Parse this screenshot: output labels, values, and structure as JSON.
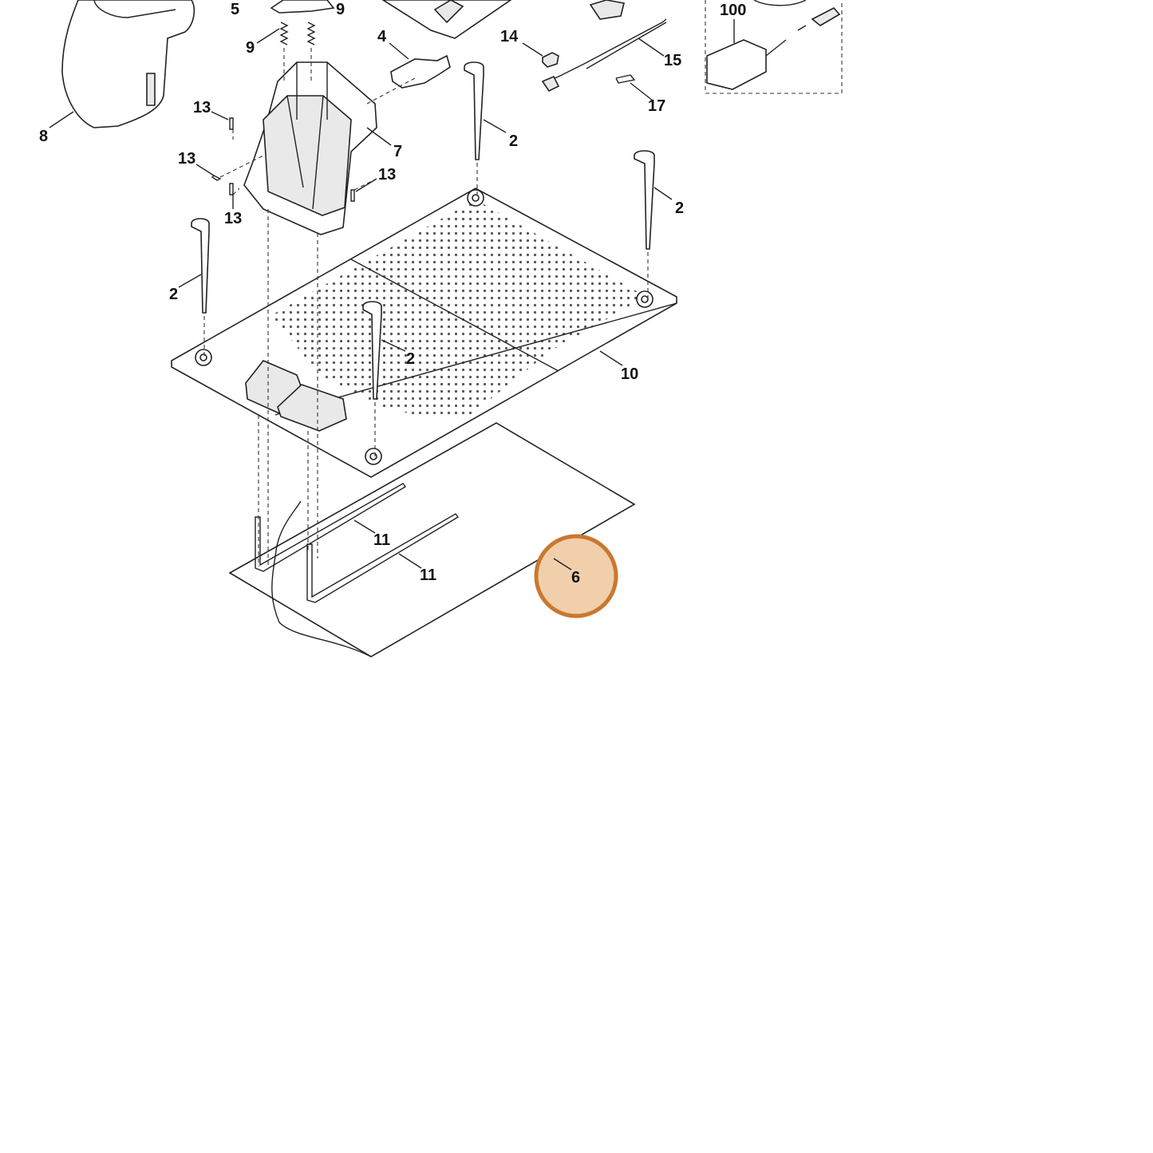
{
  "callouts": [
    {
      "id": "5",
      "label": "5"
    },
    {
      "id": "9a",
      "label": "9"
    },
    {
      "id": "9b",
      "label": "9"
    },
    {
      "id": "4",
      "label": "4"
    },
    {
      "id": "14",
      "label": "14"
    },
    {
      "id": "15",
      "label": "15"
    },
    {
      "id": "17",
      "label": "17"
    },
    {
      "id": "100",
      "label": "100"
    },
    {
      "id": "8",
      "label": "8"
    },
    {
      "id": "7",
      "label": "7"
    },
    {
      "id": "13a",
      "label": "13"
    },
    {
      "id": "13b",
      "label": "13"
    },
    {
      "id": "13c",
      "label": "13"
    },
    {
      "id": "13d",
      "label": "13"
    },
    {
      "id": "2a",
      "label": "2"
    },
    {
      "id": "2b",
      "label": "2"
    },
    {
      "id": "2c",
      "label": "2"
    },
    {
      "id": "2d",
      "label": "2"
    },
    {
      "id": "10",
      "label": "10"
    },
    {
      "id": "11a",
      "label": "11"
    },
    {
      "id": "11b",
      "label": "11"
    },
    {
      "id": "6",
      "label": "6"
    }
  ],
  "highlight": {
    "target": "6",
    "fill": "#f1cfaa",
    "stroke": "#c9782f"
  },
  "colors": {
    "line": "#222222",
    "background": "#ffffff"
  }
}
